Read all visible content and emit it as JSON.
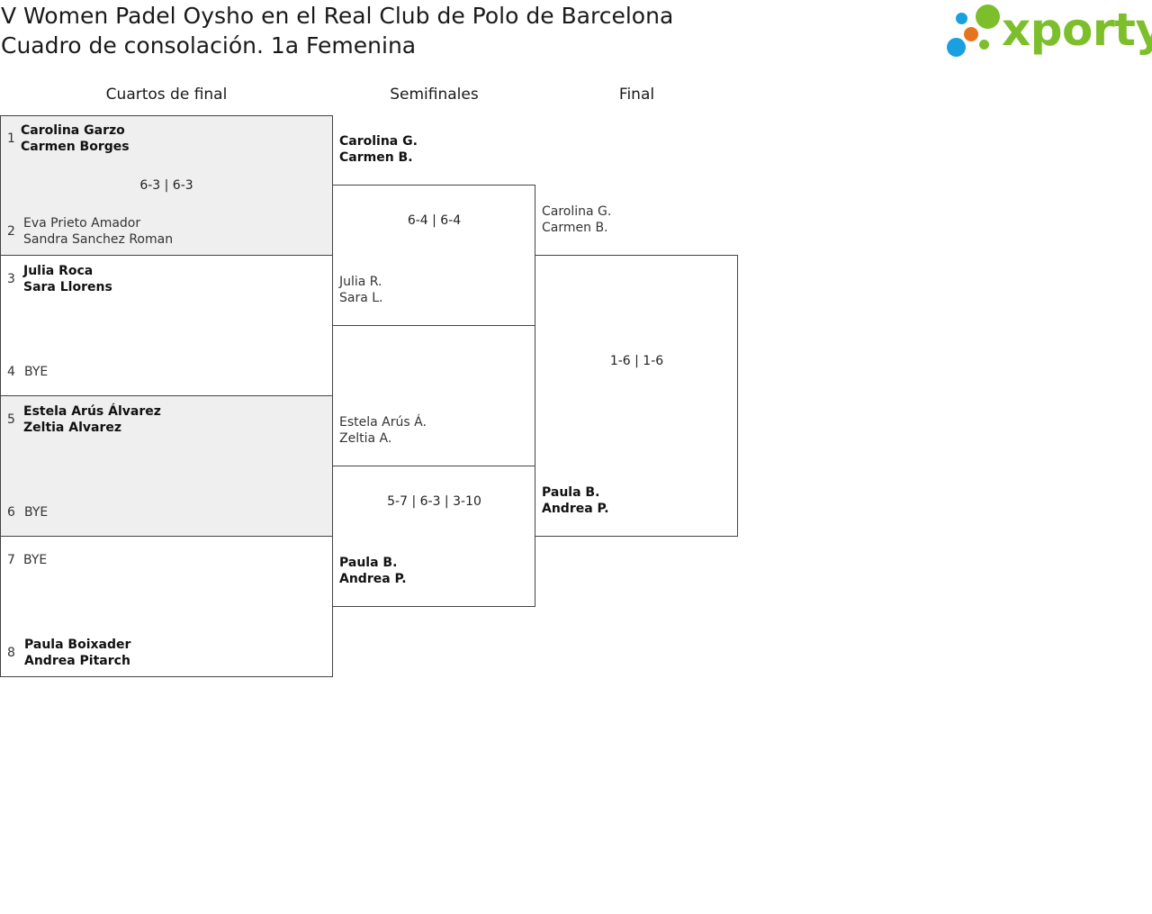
{
  "header": {
    "title_line1": "V Women Padel Oysho en el Real Club de Polo de Barcelona",
    "title_line2": "Cuadro de consolación. 1a Femenina"
  },
  "logo": {
    "text": "xporty",
    "colors": {
      "green": "#7cbf2b",
      "orange": "#e8731f",
      "blue": "#1a9fe0"
    }
  },
  "rounds": {
    "quarterfinals": "Cuartos de final",
    "semifinals": "Semifinales",
    "final": "Final"
  },
  "quarterfinals": [
    {
      "seed": "1",
      "player1": "Carolina Garzo",
      "player2": "Carmen Borges",
      "winner": true
    },
    {
      "seed": "2",
      "player1": "Eva Prieto Amador",
      "player2": "Sandra Sanchez Roman",
      "winner": false
    },
    {
      "seed": "3",
      "player1": "Julia Roca",
      "player2": "Sara Llorens",
      "winner": true
    },
    {
      "seed": "4",
      "player1": "BYE",
      "player2": "",
      "winner": false
    },
    {
      "seed": "5",
      "player1": "Estela Arús Álvarez",
      "player2": "Zeltia Alvarez",
      "winner": true
    },
    {
      "seed": "6",
      "player1": "BYE",
      "player2": "",
      "winner": false
    },
    {
      "seed": "7",
      "player1": "BYE",
      "player2": "",
      "winner": false
    },
    {
      "seed": "8",
      "player1": "Paula Boixader",
      "player2": "Andrea Pitarch",
      "winner": true
    }
  ],
  "quarterfinal_scores": [
    "6-3 | 6-3",
    "",
    "",
    ""
  ],
  "semifinals": [
    {
      "player1": "Carolina G.",
      "player2": "Carmen B.",
      "winner": true
    },
    {
      "player1": "Julia R.",
      "player2": "Sara L.",
      "winner": false
    },
    {
      "player1": "Estela Arús Á.",
      "player2": "Zeltia A.",
      "winner": false
    },
    {
      "player1": "Paula B.",
      "player2": "Andrea P.",
      "winner": true
    }
  ],
  "semifinal_scores": [
    "6-4 | 6-4",
    "5-7 | 6-3 | 3-10"
  ],
  "final": [
    {
      "player1": "Carolina G.",
      "player2": "Carmen B.",
      "winner": false
    },
    {
      "player1": "Paula B.",
      "player2": "Andrea P.",
      "winner": true
    }
  ],
  "final_score": "1-6 | 1-6"
}
